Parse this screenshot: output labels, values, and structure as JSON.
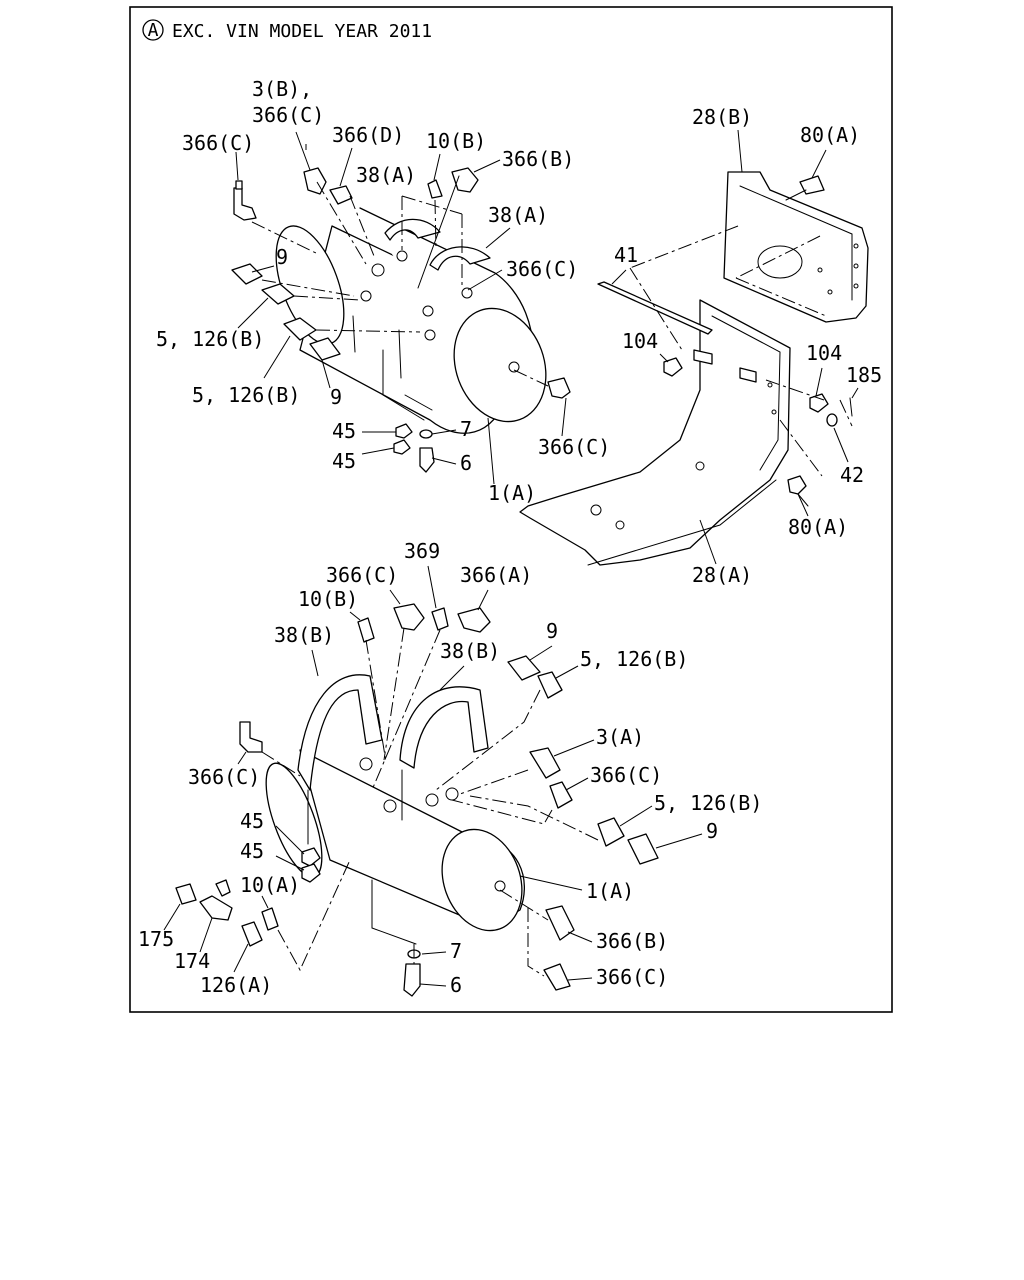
{
  "header": {
    "circle_letter": "A",
    "note": "EXC. VIN MODEL YEAR 2011"
  },
  "callouts": {
    "c01": "3(B),",
    "c02": "366(C)",
    "c03": "366(D)",
    "c04": "10(B)",
    "c05": "366(B)",
    "c06": "366(C)",
    "c07": "38(A)",
    "c08": "38(A)",
    "c09": "366(C)",
    "c10": "9",
    "c11": "5, 126(B)",
    "c12": "5, 126(B)",
    "c13": "9",
    "c14": "45",
    "c15": "45",
    "c16": "7",
    "c17": "6",
    "c18": "366(C)",
    "c19": "1(A)",
    "c20": "28(B)",
    "c21": "80(A)",
    "c22": "41",
    "c23": "104",
    "c24": "104",
    "c25": "185",
    "c26": "42",
    "c27": "80(A)",
    "c28": "28(A)",
    "c29": "369",
    "c30": "366(C)",
    "c31": "366(A)",
    "c32": "10(B)",
    "c33": "38(B)",
    "c34": "9",
    "c35": "38(B)",
    "c36": "5, 126(B)",
    "c37": "3(A)",
    "c38": "366(C)",
    "c39": "366(C)",
    "c40": "5, 126(B)",
    "c41": "9",
    "c42": "45",
    "c43": "45",
    "c44": "10(A)",
    "c45": "1(A)",
    "c46": "175",
    "c47": "174",
    "c48": "126(A)",
    "c49": "366(B)",
    "c50": "7",
    "c51": "6",
    "c52": "366(C)"
  }
}
